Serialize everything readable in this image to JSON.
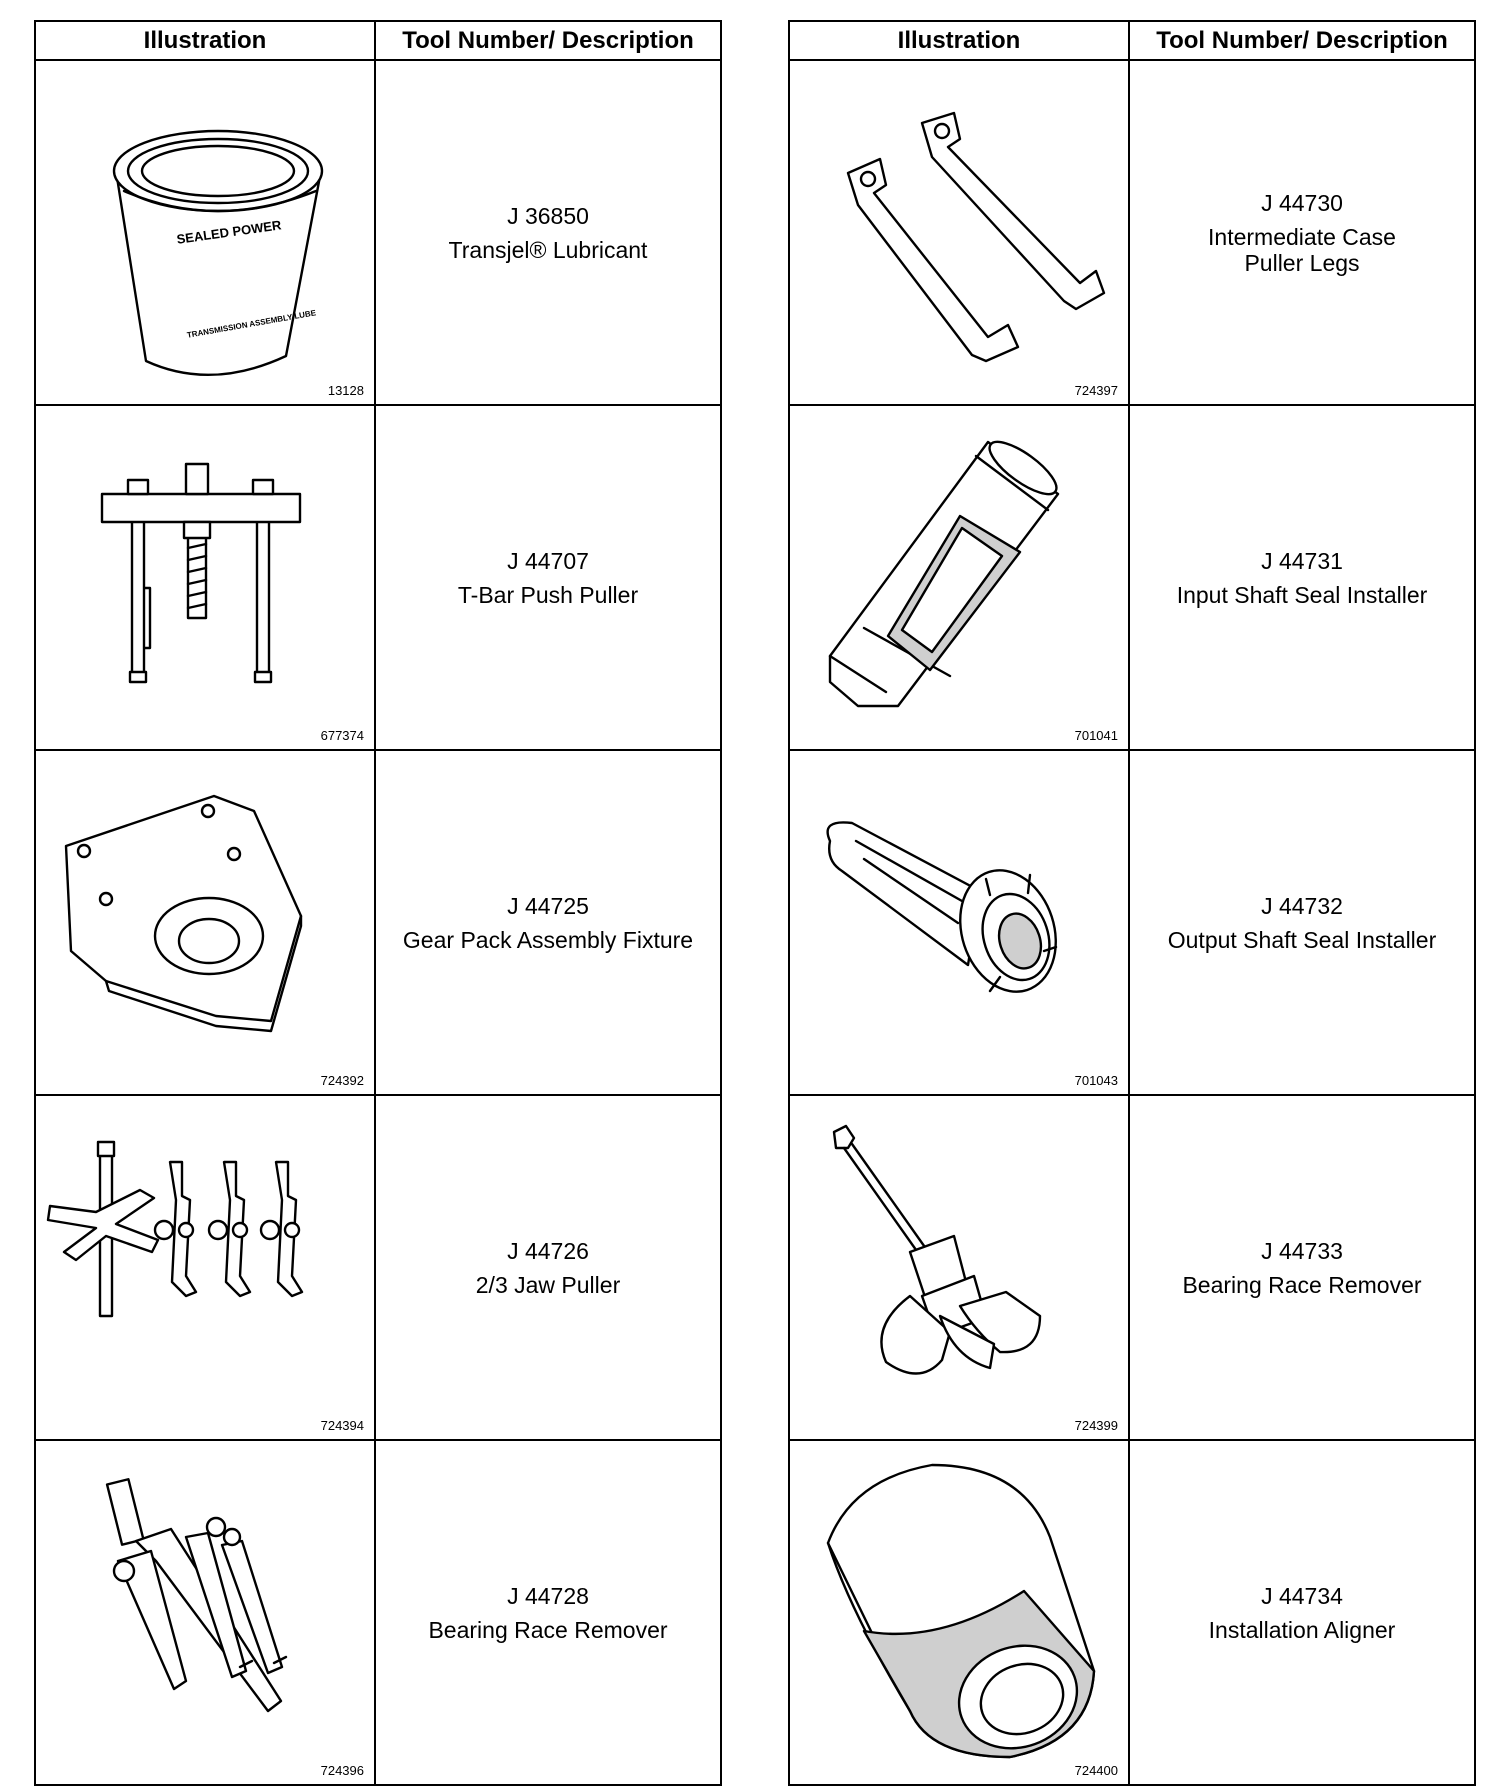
{
  "header": {
    "illustration": "Illustration",
    "description": "Tool Number/ Description"
  },
  "left": [
    {
      "tool_number": "J 36850",
      "description": "Transjel® Lubricant",
      "figure": "13128",
      "can_label": "SEALED POWER",
      "can_label2": "TRANSMISSION ASSEMBLY LUBE"
    },
    {
      "tool_number": "J 44707",
      "description": "T-Bar Push Puller",
      "figure": "677374"
    },
    {
      "tool_number": "J 44725",
      "description": "Gear Pack Assembly Fixture",
      "figure": "724392"
    },
    {
      "tool_number": "J 44726",
      "description": "2/3 Jaw Puller",
      "figure": "724394"
    },
    {
      "tool_number": "J 44728",
      "description": "Bearing Race Remover",
      "figure": "724396"
    }
  ],
  "right": [
    {
      "tool_number": "J 44730",
      "description": "Intermediate Case\nPuller Legs",
      "figure": "724397"
    },
    {
      "tool_number": "J 44731",
      "description": "Input Shaft Seal Installer",
      "figure": "701041"
    },
    {
      "tool_number": "J 44732",
      "description": "Output Shaft Seal Installer",
      "figure": "701043"
    },
    {
      "tool_number": "J 44733",
      "description": "Bearing Race Remover",
      "figure": "724399"
    },
    {
      "tool_number": "J 44734",
      "description": "Installation Aligner",
      "figure": "724400"
    }
  ]
}
